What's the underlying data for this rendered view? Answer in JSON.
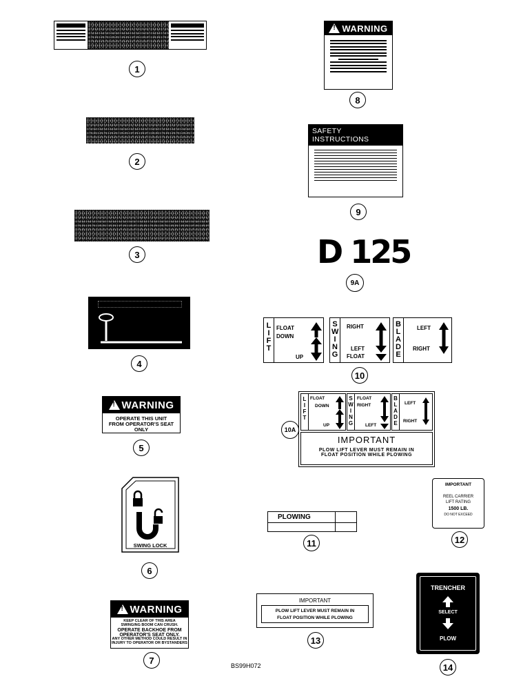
{
  "warnings": {
    "item5": {
      "header": "WARNING",
      "line1": "OPERATE THIS UNIT",
      "line2": "FROM OPERATOR'S SEAT",
      "line3": "ONLY"
    },
    "item7": {
      "header": "WARNING",
      "line1": "KEEP CLEAR OF THIS AREA",
      "line2": "SWINGING BOOM CAN CRUSH.",
      "line3": "OPERATE BACKHOE FROM",
      "line4": "OPERATOR'S SEAT ONLY.",
      "line5": "ANY OTHER METHOD COULD RESULT IN",
      "line6": "INJURY TO OPERATOR OR BYSTANDERS"
    },
    "item8": {
      "header": "WARNING"
    }
  },
  "safety": {
    "title": "SAFETY INSTRUCTIONS"
  },
  "model": {
    "name": "D 125"
  },
  "controls": {
    "lift": "LIFT",
    "swing": "SWING",
    "blade": "BLADE",
    "float": "FLOAT",
    "down": "DOWN",
    "up": "UP",
    "right": "RIGHT",
    "left": "LEFT"
  },
  "important": {
    "heading": "IMPORTANT",
    "line1": "PLOW LIFT LEVER MUST REMAIN IN",
    "line2": "FLOAT POSITION WHILE PLOWING"
  },
  "plowing": {
    "label": "PLOWING"
  },
  "swinglock": {
    "label": "SWING LOCK"
  },
  "reel": {
    "heading": "IMPORTANT",
    "line1": "REEL CARRIER",
    "line2": "LIFT RATING",
    "line3": "1500 LB.",
    "line4": "DO NOT EXCEED"
  },
  "trencher": {
    "top": "TRENCHER",
    "middle": "SELECT",
    "bottom": "PLOW"
  },
  "callouts": [
    "1",
    "2",
    "3",
    "4",
    "5",
    "6",
    "7",
    "8",
    "9",
    "9A",
    "10",
    "10A",
    "11",
    "12",
    "13",
    "14"
  ],
  "figure_code": "BS99H072"
}
